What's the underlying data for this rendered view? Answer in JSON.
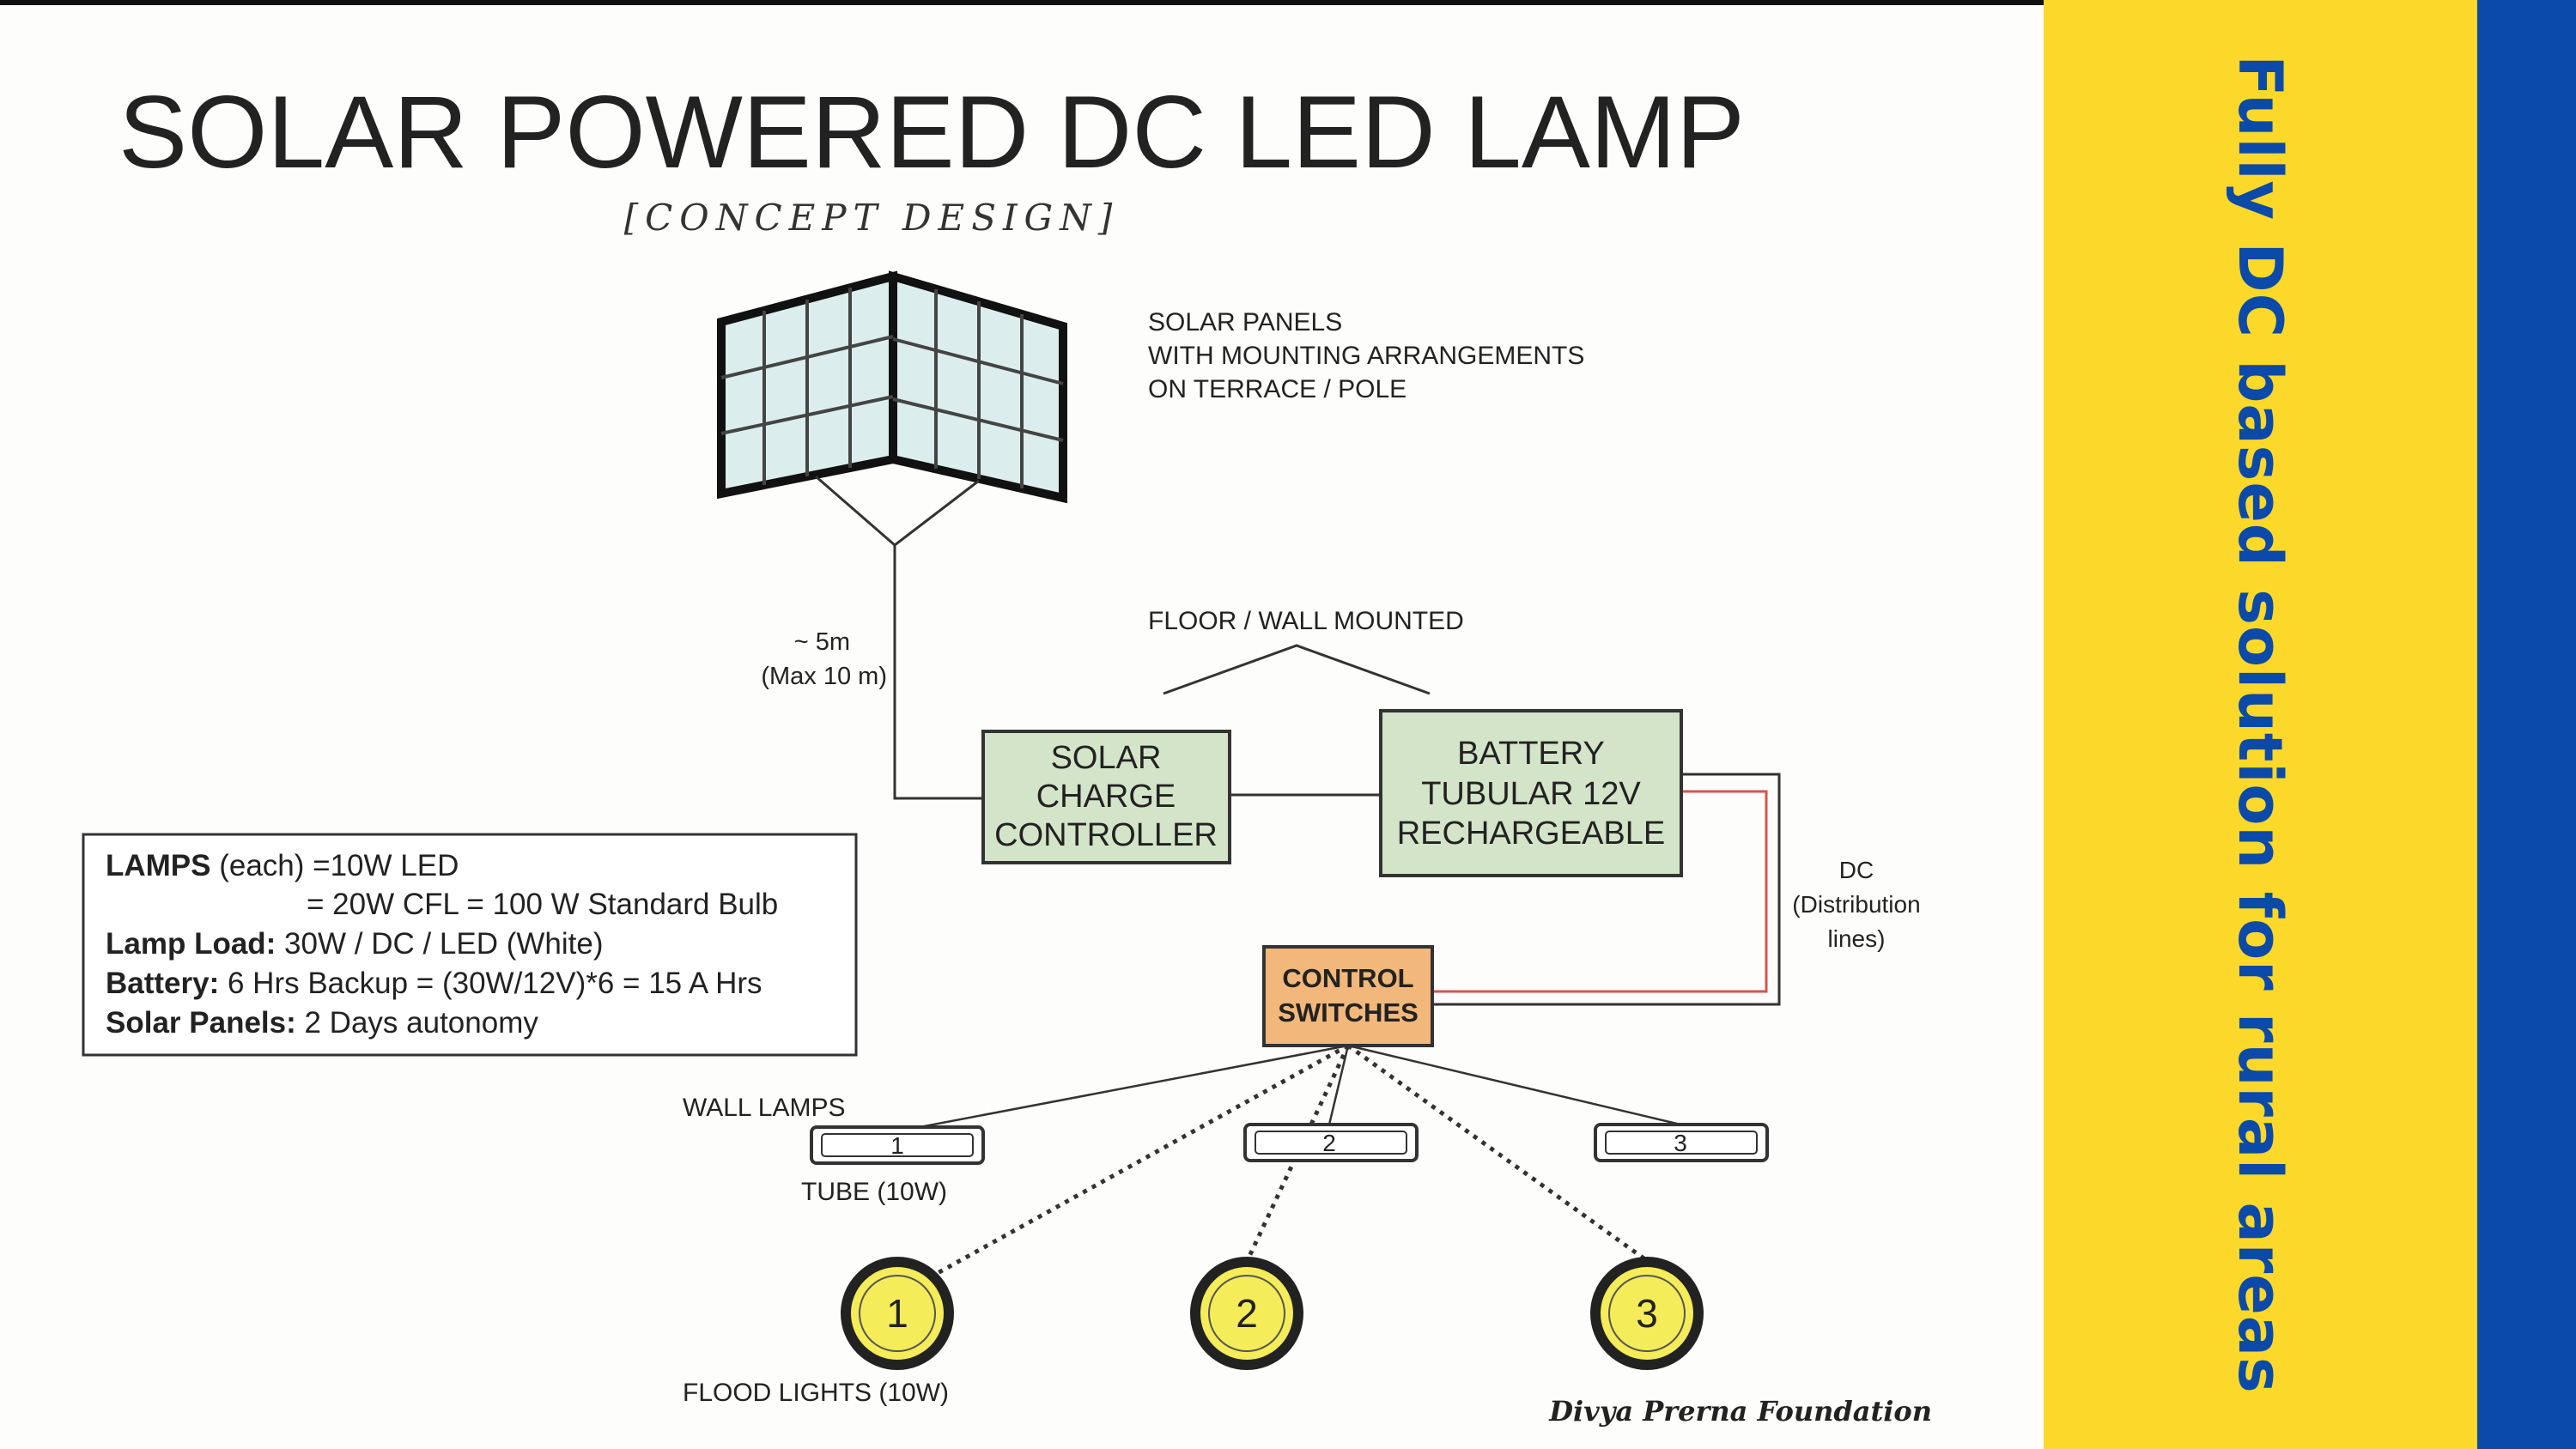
{
  "title": "SOLAR POWERED DC LED LAMP",
  "subtitle": "[CONCEPT DESIGN]",
  "side_caption": "Fully DC based solution for rural areas",
  "panels_note": [
    "SOLAR PANELS",
    "WITH MOUNTING ARRANGEMENTS",
    "ON TERRACE / POLE"
  ],
  "cable_length": [
    "~ 5m",
    "(Max 10 m)"
  ],
  "mount_note": "FLOOR / WALL MOUNTED",
  "charge_controller": [
    "SOLAR",
    "CHARGE",
    "CONTROLLER"
  ],
  "battery": [
    "BATTERY",
    "TUBULAR 12V",
    "RECHARGEABLE"
  ],
  "dc_note": [
    "DC",
    "(Distribution",
    "lines)"
  ],
  "control_switches": [
    "CONTROL",
    "SWITCHES"
  ],
  "spec": {
    "lamps_label": "LAMPS",
    "lamps_value": " (each) =10W LED",
    "lamps_equiv": "= 20W CFL = 100 W Standard Bulb",
    "load_label": "Lamp Load:",
    "load_value": " 30W / DC / LED (White)",
    "battery_label": "Battery:",
    "battery_value": " 6 Hrs Backup = (30W/12V)*6 = 15 A Hrs",
    "panels_label": "Solar Panels:",
    "panels_value": " 2 Days autonomy"
  },
  "wall_lamps_label": "WALL LAMPS",
  "tube_label": "TUBE (10W)",
  "tubes": [
    "1",
    "2",
    "3"
  ],
  "flood_lights_label": "FLOOD LIGHTS (10W)",
  "flood_lights": [
    "1",
    "2",
    "3"
  ],
  "signature": "Divya Prerna Foundation",
  "colors": {
    "side_text": "#0b4aa8",
    "yellow_panel": "#fbd829",
    "blue_strip": "#0b4aa8",
    "controller_fill": "#d4e4c8",
    "switches_fill": "#f2b77a",
    "flood_fill": "#f4ec58",
    "dc_line": "#d9534f"
  }
}
